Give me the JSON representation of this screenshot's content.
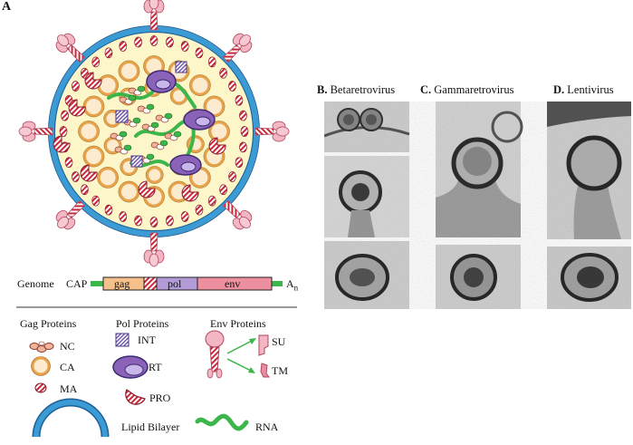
{
  "panel_a": {
    "letter": "A",
    "genome": {
      "label": "Genome",
      "cap": "CAP",
      "segments": [
        "gag",
        "pol",
        "env"
      ],
      "tail": "A",
      "tail_sub": "n"
    },
    "legend": {
      "gag_title": "Gag Proteins",
      "pol_title": "Pol Proteins",
      "env_title": "Env Proteins",
      "nc": "NC",
      "ca": "CA",
      "ma": "MA",
      "int": "INT",
      "rt": "RT",
      "pro": "PRO",
      "su": "SU",
      "tm": "TM",
      "lipid": "Lipid Bilayer",
      "rna": "RNA"
    }
  },
  "panels": [
    {
      "letter": "B.",
      "name": "Betaretrovirus"
    },
    {
      "letter": "C.",
      "name": "Gammaretrovirus"
    },
    {
      "letter": "D.",
      "name": "Lentivirus"
    }
  ],
  "colors": {
    "membrane": "#3a9bd5",
    "interior": "#fdf6c8",
    "capsid": "#e8a34a",
    "rt": "#8a63b8",
    "pro_ma": "#c8283a",
    "rna": "#3cb54a",
    "env": "#e58fa0",
    "gag_seg": "#f5c08a",
    "pol_seg": "#b29bd6",
    "env_seg": "#ee8fa0"
  }
}
